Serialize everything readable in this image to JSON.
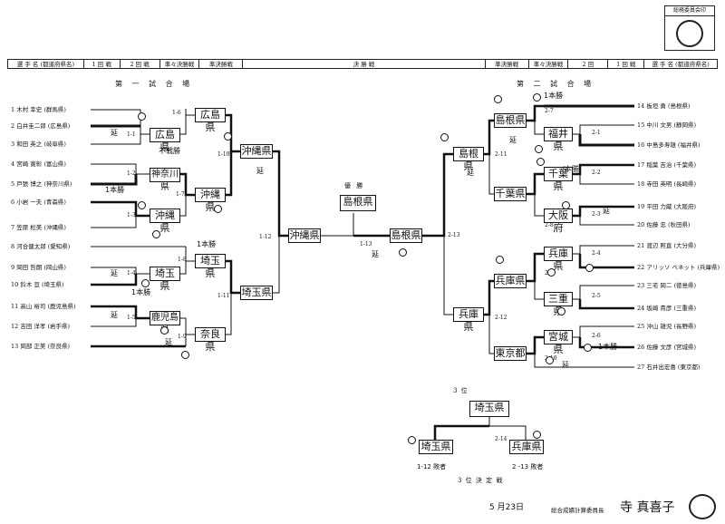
{
  "stamp_label": "総務委員会印",
  "header": [
    {
      "id": "h1",
      "label": "選 手 名 (都道府県名)",
      "w": 84
    },
    {
      "id": "h2",
      "label": "1 回 戦",
      "w": 40
    },
    {
      "id": "h3",
      "label": "2 回 戦",
      "w": 44
    },
    {
      "id": "h4",
      "label": "準々決勝戦",
      "w": 44
    },
    {
      "id": "h5",
      "label": "準決勝戦",
      "w": 48
    },
    {
      "id": "h6",
      "label": "決 勝 戦",
      "w": 268
    },
    {
      "id": "h7",
      "label": "準決勝戦",
      "w": 48
    },
    {
      "id": "h8",
      "label": "準々決勝戦",
      "w": 44
    },
    {
      "id": "h9",
      "label": "2 回",
      "w": 44
    },
    {
      "id": "h10",
      "label": "1 回 戦",
      "w": 40
    },
    {
      "id": "h11",
      "label": "選 手 名 (都道府県名)",
      "w": 80
    }
  ],
  "titles": {
    "left": "第 一 試 合 場",
    "right": "第 二 試 合 場",
    "final": "優 勝",
    "third": "3 位",
    "third_decision": "3 位 決 定 戦"
  },
  "left_players": [
    "1 木村 幸史 (群馬県)",
    "2 白井圭二郎 (広島県)",
    "3 和田 英之 (岐阜県)",
    "4 宮崎 寛彰 (富山県)",
    "5 戸張 博之 (神奈川県)",
    "6 小岩 一夫 (青森県)",
    "7 笠原 松美 (沖縄県)",
    "8 河合健太郎 (愛知県)",
    "9 岡田 哲朗 (岡山県)",
    "10 鈴木 亘 (埼玉県)",
    "11 高山 裕司 (鹿児島県)",
    "12 吉田 洋孝 (岩手県)",
    "13 岡部 正美 (奈良県)"
  ],
  "right_players": [
    "14 板垣 勇 (島根県)",
    "15 中川 文男 (静岡県)",
    "16 中島多寿雄 (福井県)",
    "17 稲葉 吉治 (千葉県)",
    "18 寺田 英明 (長崎県)",
    "19 平田 力蔵 (大阪府)",
    "20 佐藤 忠 (秋田県)",
    "21 渡辺 照直 (大分県)",
    "22 アリッソ ベネット (兵庫県)",
    "23 三宅 岡二 (徳島県)",
    "24 坂崎 貴彦 (三重県)",
    "25 沖山 雄児 (長野県)",
    "26 佐藤 文彦 (宮城県)",
    "27 石井出宏喜 (東京都)"
  ],
  "boxes": {
    "b_hiroshima1": "広島県",
    "b_kanagawa": "神奈川県",
    "b_okinawa1": "沖縄県",
    "b_hiroshima2": "広島県",
    "b_okinawa2": "沖縄県",
    "b_okinawa3": "沖縄県",
    "b_saitama1": "埼玉県",
    "b_kagoshima": "鹿児島県",
    "b_saitama2": "埼玉県",
    "b_nara": "奈良県",
    "b_saitama3": "埼玉県",
    "b_okinawa_sf": "沖縄県",
    "b_champion": "島根県",
    "b_shimane_f": "島根県",
    "b_shimane1": "島根県",
    "b_fukui": "福井県",
    "b_chiba1": "千葉県",
    "b_osaka": "大阪府",
    "b_shimane2": "島根県",
    "b_chiba2": "千葉県",
    "b_hyogo1": "兵庫県",
    "b_mie": "三重県",
    "b_miyagi": "宮城県",
    "b_hyogo2": "兵庫県",
    "b_tokyo": "東京都",
    "b_hyogo_sf": "兵庫県",
    "b_third": "埼玉県",
    "b_third_l": "埼玉県",
    "b_third_r": "兵庫県"
  },
  "match_nums": {
    "m11": "1-1",
    "m12": "1-2",
    "m13": "1-3",
    "m14": "1-4",
    "m15": "1-5",
    "m16": "1-6",
    "m17": "1-7",
    "m18": "1-8",
    "m19": "1-9",
    "m110": "1-10",
    "m111": "1-11",
    "m112": "1-12",
    "m113": "1-13",
    "m27": "2-7",
    "m21": "2-1",
    "m22": "2-2",
    "m23": "2-3",
    "m24": "2-4",
    "m29": "2-9",
    "m25": "2-5",
    "m26": "2-6",
    "m28": "2-8",
    "m210": "2-10",
    "m211": "2-11",
    "m212": "2-12",
    "m213": "2-13",
    "m214": "2-14"
  },
  "notes": {
    "fusen": "不戦勝",
    "en1": "延",
    "en2": "延",
    "en3": "延",
    "en4": "延",
    "en5": "延",
    "en6": "延",
    "en7": "延",
    "en8": "延",
    "en9": "延",
    "en10": "延",
    "ippon1": "1本勝",
    "ippon2": "1本勝",
    "ippon3": "1本勝",
    "ippon4": "1本勝",
    "ippon5": "1本勝",
    "ippon6": "/本勝",
    "loser_l": "1-12 敗者",
    "loser_r": "2 -13 敗者"
  },
  "footer": {
    "date": "5 月23日",
    "role": "総合成績計算委員長",
    "signature": "寺 真喜子"
  }
}
